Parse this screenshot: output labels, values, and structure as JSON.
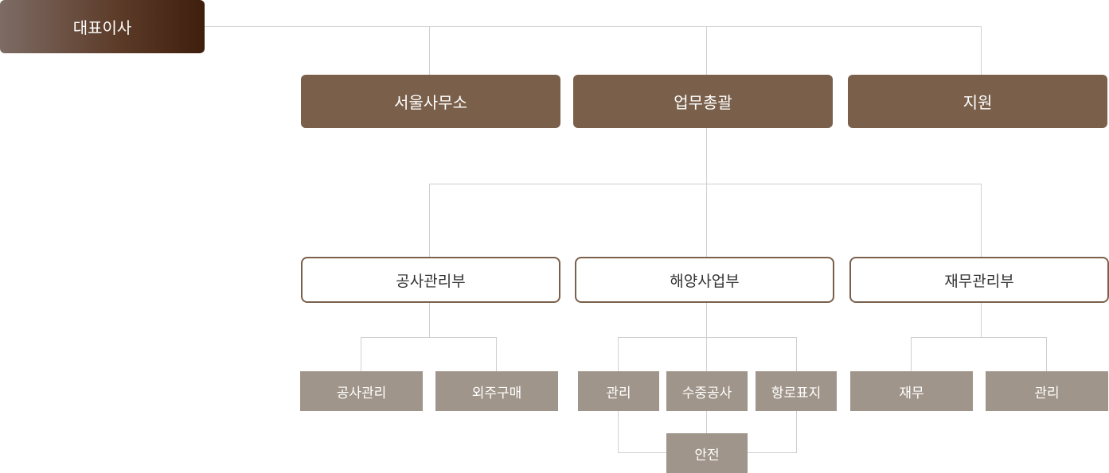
{
  "org_chart": {
    "ceo": {
      "label": "대표이사"
    },
    "divisions": [
      {
        "label": "서울사무소"
      },
      {
        "label": "업무총괄"
      },
      {
        "label": "지원"
      }
    ],
    "departments": [
      {
        "label": "공사관리부"
      },
      {
        "label": "해양사업부"
      },
      {
        "label": "재무관리부"
      }
    ],
    "teams": {
      "construction": [
        {
          "label": "공사관리"
        },
        {
          "label": "외주구매"
        }
      ],
      "marine": [
        {
          "label": "관리"
        },
        {
          "label": "수중공사"
        },
        {
          "label": "항로표지"
        }
      ],
      "marine_sub": {
        "label": "안전"
      },
      "finance": [
        {
          "label": "재무"
        },
        {
          "label": "관리"
        }
      ]
    }
  },
  "colors": {
    "ceo_gradient_start": "#7d6c65",
    "ceo_gradient_end": "#3f1e0d",
    "division_fill": "#7a604b",
    "department_border": "#7a604b",
    "team_fill": "#a0958a",
    "connector": "#cfcfcf"
  }
}
